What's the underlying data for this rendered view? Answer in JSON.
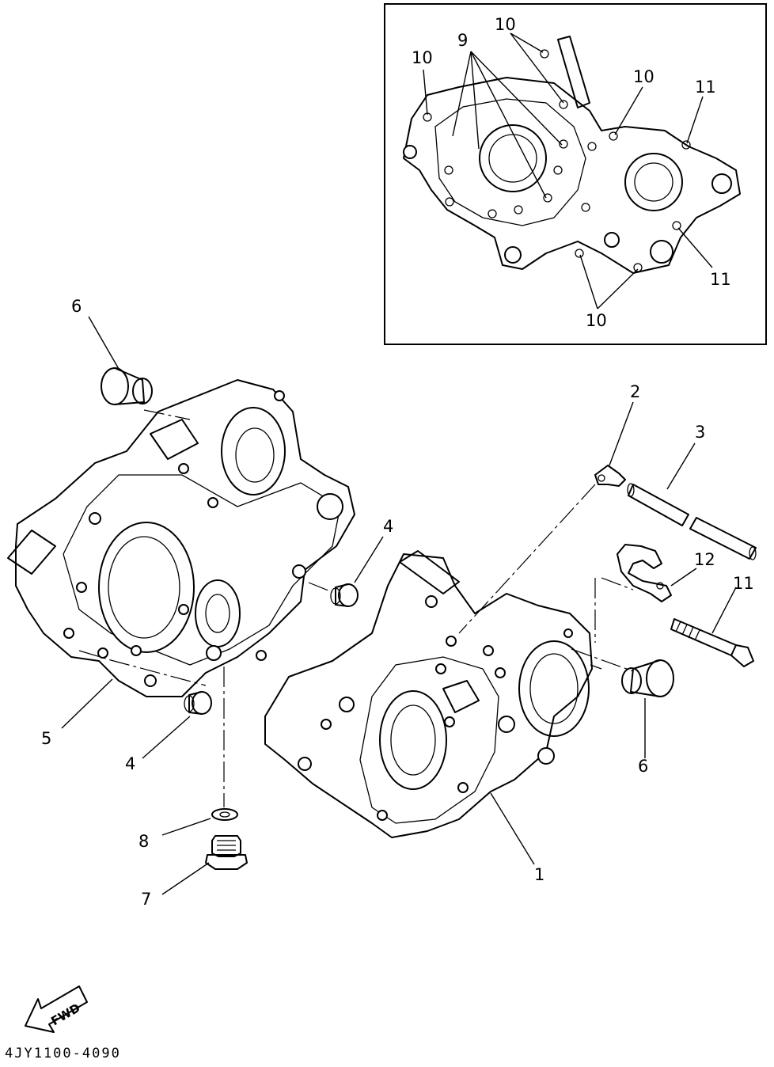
{
  "diagram": {
    "drawing_code": "4JY1100-4090",
    "fwd_label": "FWD",
    "callouts": [
      {
        "id": "c1",
        "text": "1"
      },
      {
        "id": "c2",
        "text": "2"
      },
      {
        "id": "c3",
        "text": "3"
      },
      {
        "id": "c4a",
        "text": "4"
      },
      {
        "id": "c4b",
        "text": "4"
      },
      {
        "id": "c5",
        "text": "5"
      },
      {
        "id": "c6a",
        "text": "6"
      },
      {
        "id": "c6b",
        "text": "6"
      },
      {
        "id": "c7",
        "text": "7"
      },
      {
        "id": "c8",
        "text": "8"
      },
      {
        "id": "c11",
        "text": "11"
      },
      {
        "id": "c12",
        "text": "12"
      }
    ],
    "inset_callouts": [
      {
        "id": "i9",
        "text": "9"
      },
      {
        "id": "i10a",
        "text": "10"
      },
      {
        "id": "i10b",
        "text": "10"
      },
      {
        "id": "i10c",
        "text": "10"
      },
      {
        "id": "i10d",
        "text": "10"
      },
      {
        "id": "i11a",
        "text": "11"
      },
      {
        "id": "i11b",
        "text": "11"
      }
    ]
  }
}
